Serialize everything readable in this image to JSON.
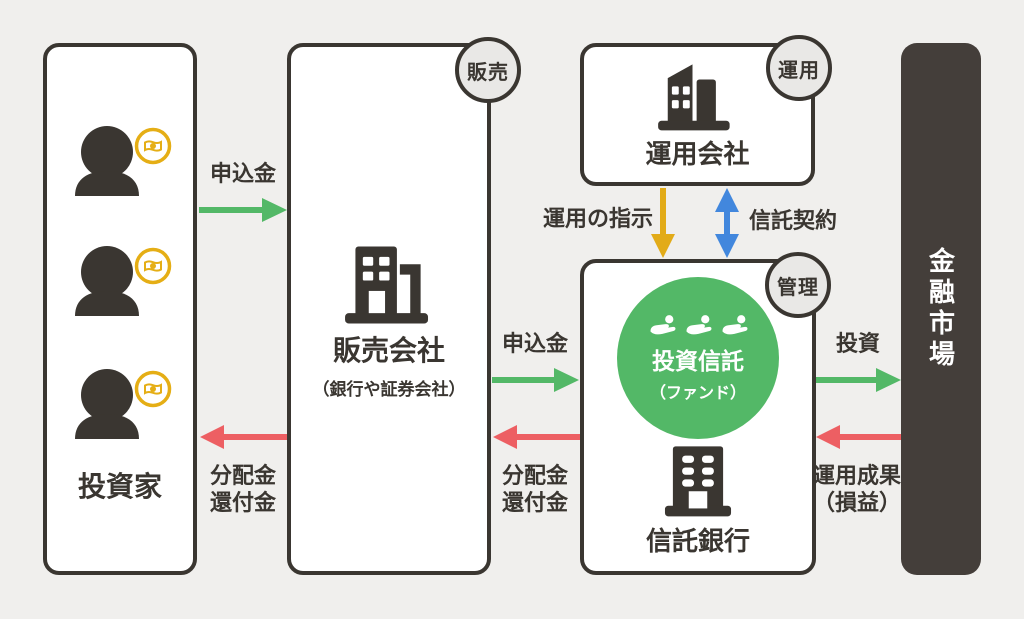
{
  "diagram": "investment-trust-structure",
  "colors": {
    "background": "#f0efed",
    "ink": "#3a3631",
    "box_fill": "#ffffff",
    "badge_fill": "#e9e8e6",
    "green_arrow": "#53b867",
    "red_arrow": "#ed5f63",
    "yellow_arrow": "#e2ab18",
    "blue_arrow": "#4287dd",
    "fund_circle": "#53b867",
    "market_fill": "#443e3a",
    "money_badge": "#e5ae15"
  },
  "investors": {
    "label": "投資家",
    "person_count": 3
  },
  "sales": {
    "badge": "販売",
    "title": "販売会社",
    "subtitle": "（銀行や証券会社）"
  },
  "management": {
    "badge": "運用",
    "title": "運用会社"
  },
  "trust": {
    "badge": "管理",
    "title": "信託銀行"
  },
  "fund": {
    "title": "投資信託",
    "subtitle": "（ファンド）"
  },
  "market": {
    "label": "金融市場"
  },
  "flows": {
    "apply1": {
      "label": "申込金",
      "color": "green",
      "from": "投資家",
      "to": "販売会社"
    },
    "dist1": {
      "line1": "分配金",
      "line2": "還付金",
      "color": "red",
      "from": "販売会社",
      "to": "投資家"
    },
    "apply2": {
      "label": "申込金",
      "color": "green",
      "from": "販売会社",
      "to": "信託銀行"
    },
    "dist2": {
      "line1": "分配金",
      "line2": "還付金",
      "color": "red",
      "from": "信託銀行",
      "to": "販売会社"
    },
    "instruction": {
      "label": "運用の指示",
      "color": "yellow",
      "from": "運用会社",
      "to": "信託銀行"
    },
    "contract": {
      "label": "信託契約",
      "color": "blue",
      "between": "運用会社・信託銀行"
    },
    "invest": {
      "label": "投資",
      "color": "green",
      "from": "信託銀行",
      "to": "金融市場"
    },
    "result": {
      "line1": "運用成果",
      "line2": "（損益）",
      "color": "red",
      "from": "金融市場",
      "to": "信託銀行"
    }
  }
}
